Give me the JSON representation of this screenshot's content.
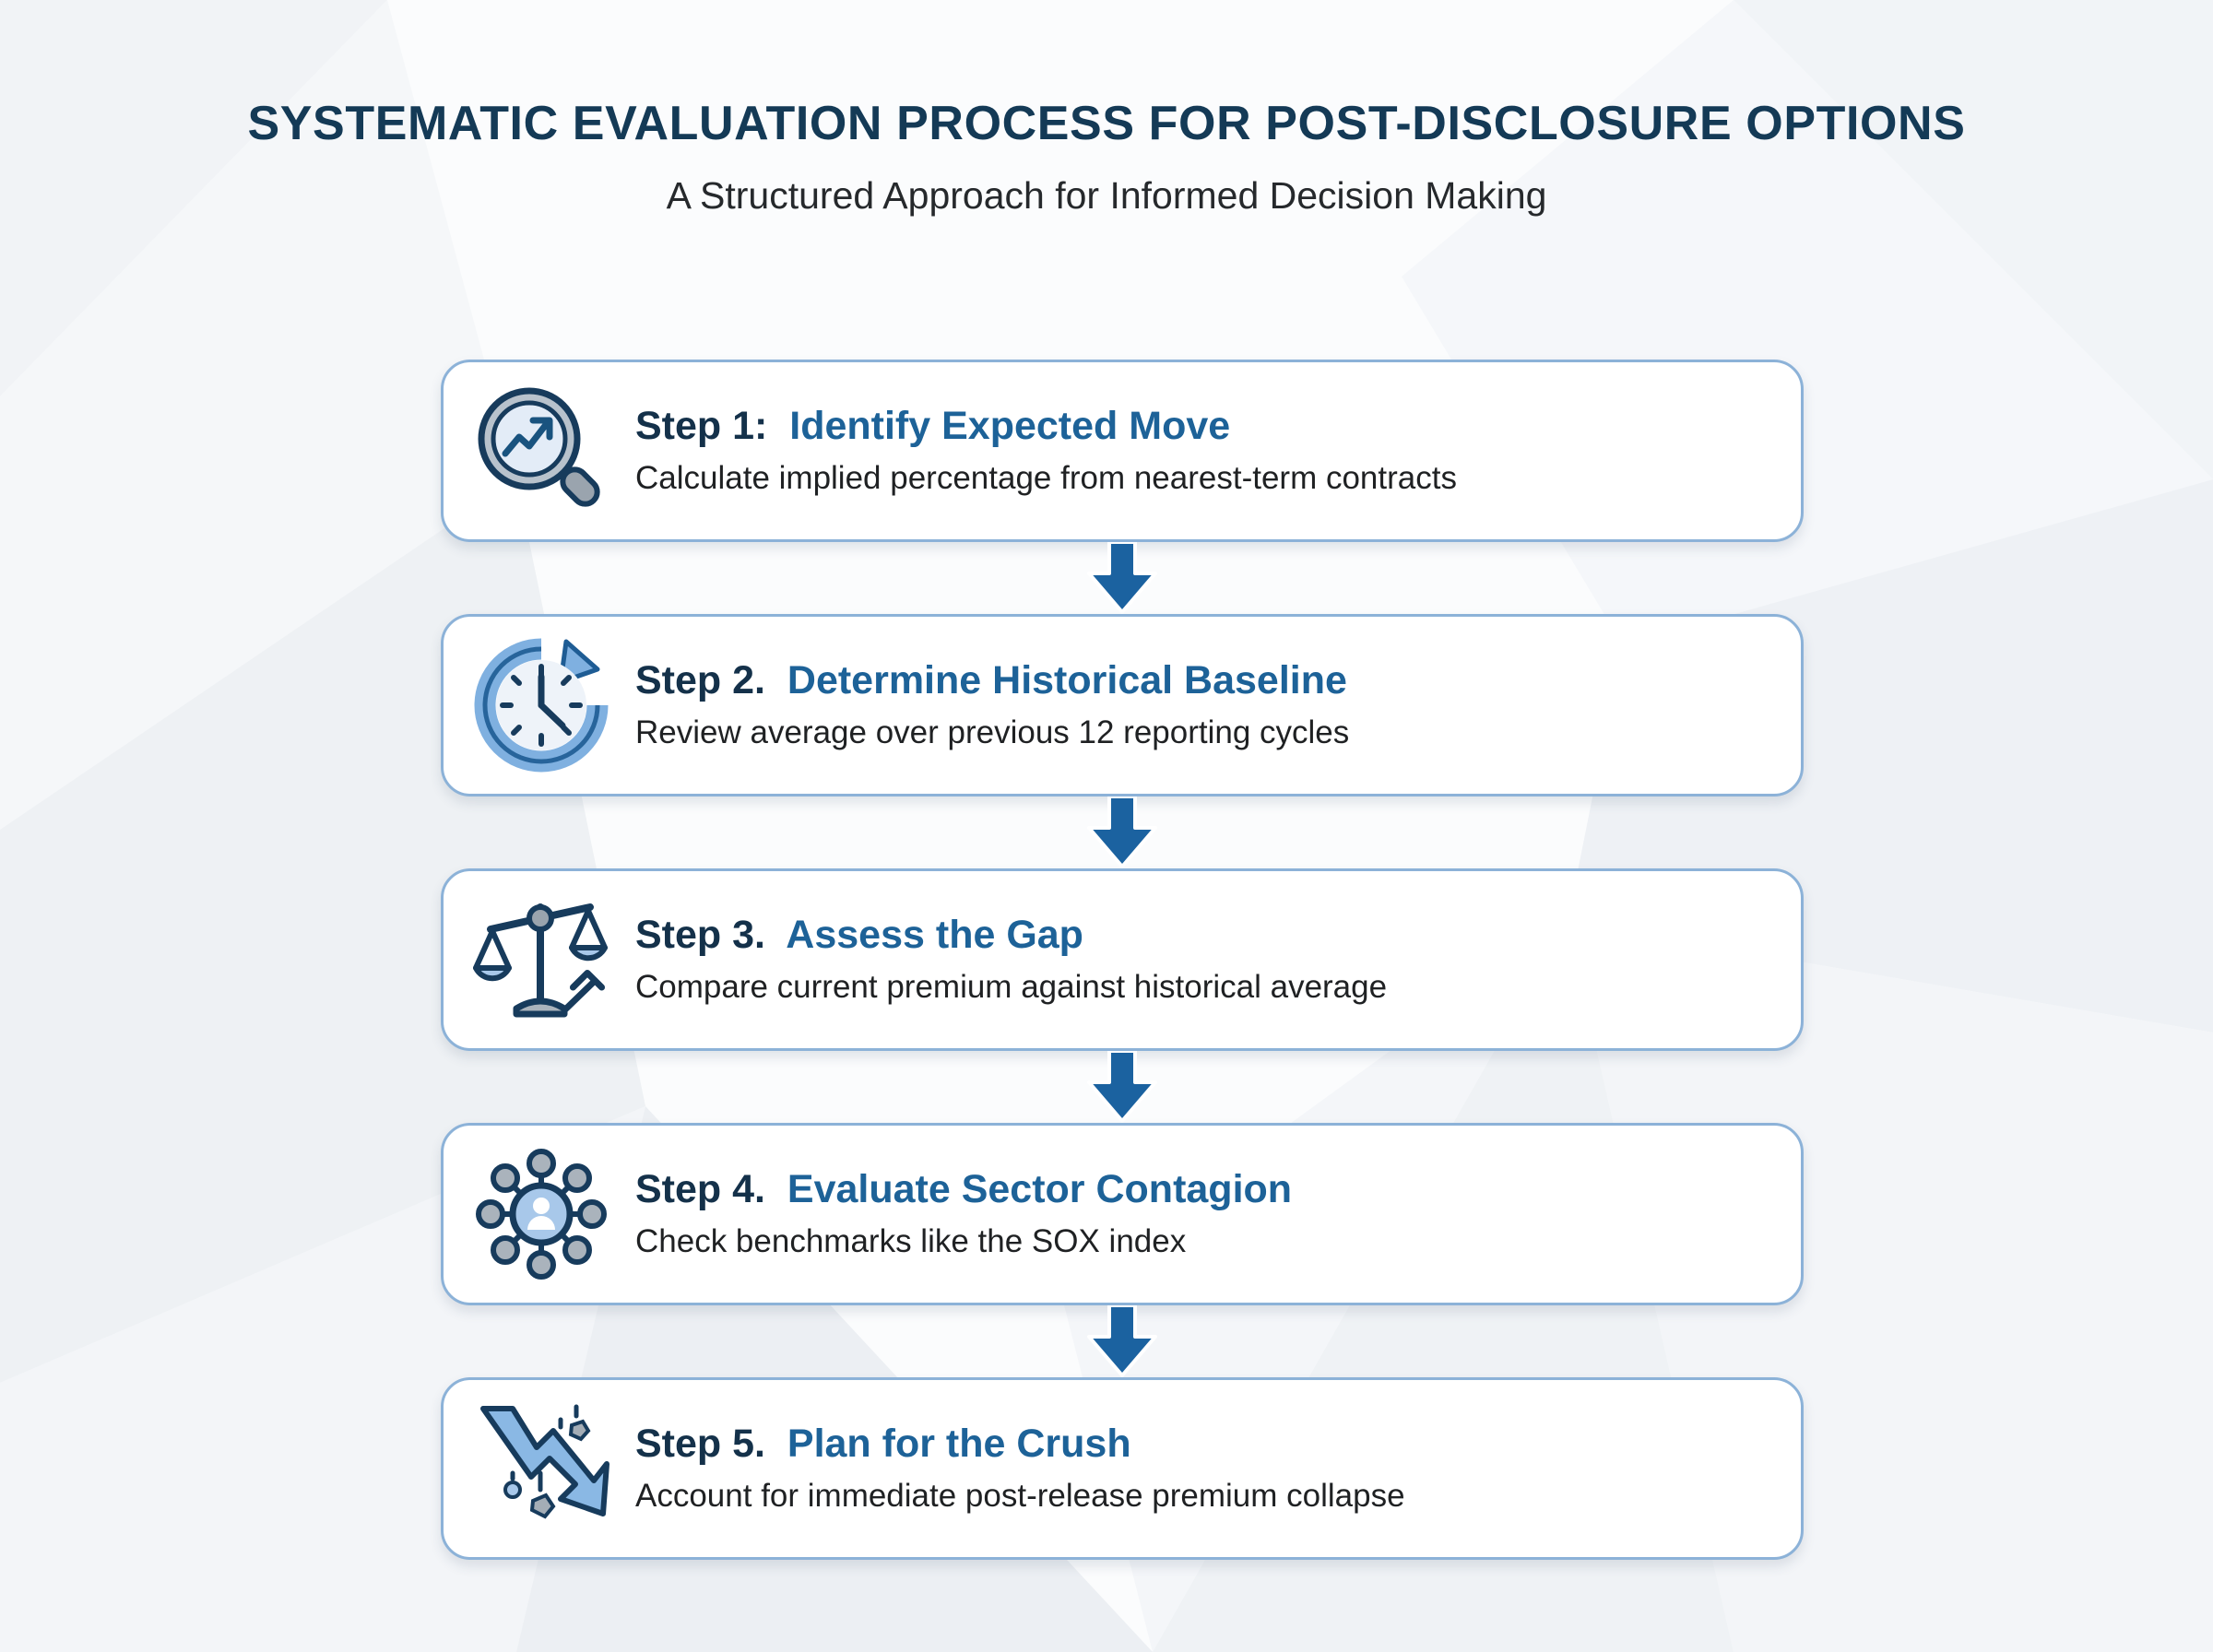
{
  "header": {
    "title": "SYSTEMATIC EVALUATION PROCESS FOR POST-DISCLOSURE OPTIONS",
    "subtitle": "A Structured Approach for Informed Decision Making"
  },
  "colors": {
    "title_navy": "#143a56",
    "step_label_navy": "#14314a",
    "step_title_blue": "#1d6298",
    "card_border": "#8cb2d8",
    "card_background": "#ffffff",
    "arrow_blue": "#1b62a0",
    "page_background": "#fbfcfd",
    "icon_outline": "#173b5c",
    "icon_fill_blue": "#a8c8ea",
    "icon_fill_gray": "#aab3bc",
    "description_text": "#1f2123"
  },
  "steps": [
    {
      "label": "Step 1:",
      "title": "Identify Expected Move",
      "description": "Calculate implied percentage from nearest-term contracts",
      "icon": "magnifier-trend-icon"
    },
    {
      "label": "Step 2.",
      "title": "Determine Historical Baseline",
      "description": "Review average over previous 12 reporting cycles",
      "icon": "clock-history-icon"
    },
    {
      "label": "Step 3.",
      "title": "Assess the Gap",
      "description": "Compare current premium against historical average",
      "icon": "balance-scales-icon"
    },
    {
      "label": "Step 4.",
      "title": "Evaluate Sector Contagion",
      "description": "Check benchmarks like the SOX index",
      "icon": "network-hub-icon"
    },
    {
      "label": "Step 5.",
      "title": "Plan for the Crush",
      "description": "Account for immediate post-release premium collapse",
      "icon": "declining-arrow-icon"
    }
  ],
  "connectors": [
    {
      "name": "arrow-step1-to-step2"
    },
    {
      "name": "arrow-step2-to-step3"
    },
    {
      "name": "arrow-step3-to-step4"
    },
    {
      "name": "arrow-step4-to-step5"
    }
  ]
}
